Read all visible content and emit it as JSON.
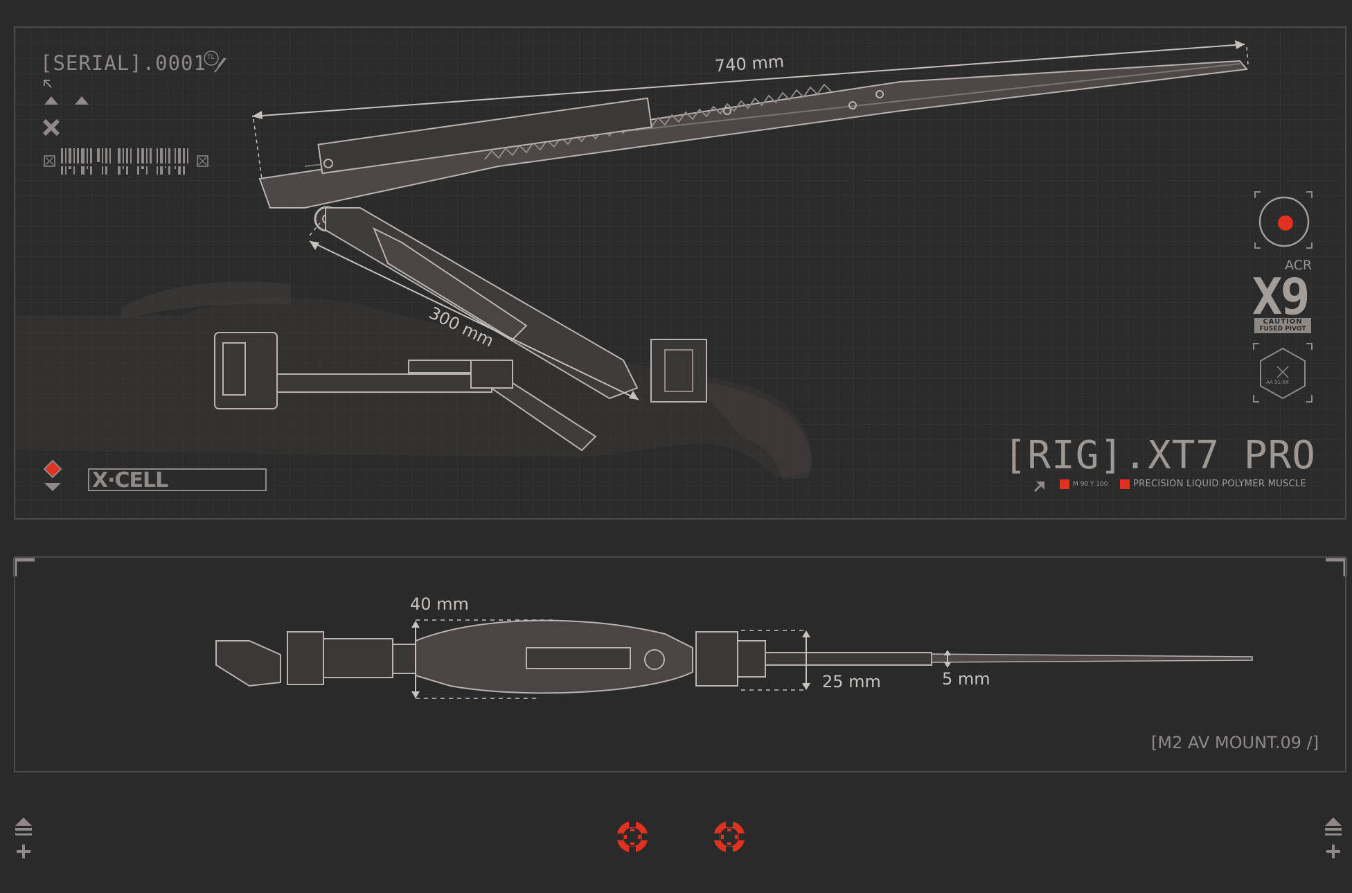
{
  "top_panel": {
    "serial_label": "[SERIAL].0001",
    "tl_badge": "TL",
    "dimension_length": "740 mm",
    "dimension_arm": "300 mm",
    "product_title": "[RIG].XT7 PRO",
    "color_code": "M 90 Y 100",
    "subtitle": "PRECISION LIQUID POLYMER MUSCLE",
    "acr_label": "ACR",
    "model_label": "X9",
    "caution_line1": "CAUTION",
    "caution_line2": "FUSED PIVOT",
    "hex_code": "AA 91-XX",
    "logo_text": "X·CELL"
  },
  "bottom_panel": {
    "dimension_width": "40 mm",
    "dimension_mid": "25 mm",
    "dimension_blade": "5 mm",
    "mount_label": "[M2 AV MOUNT.09 /]"
  },
  "icons": {
    "arrow_up": "triangle-up-icon",
    "close": "close-icon",
    "record": "record-icon",
    "target": "target-icon",
    "hexagon": "hexagon-x-icon"
  },
  "colors": {
    "background": "#2a2a2b",
    "accent_red": "#e0321f",
    "line": "#b9b4b0"
  }
}
